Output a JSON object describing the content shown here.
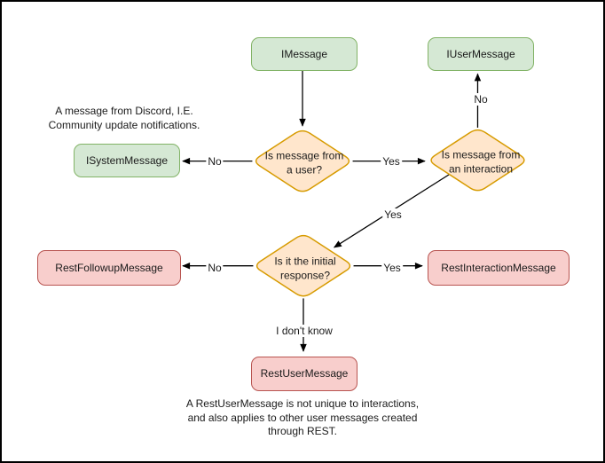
{
  "diagram": {
    "type": "flowchart",
    "colors": {
      "background": "#ffffff",
      "frame_border": "#000000",
      "interface_fill": "#d5e8d4",
      "interface_border": "#82b366",
      "decision_fill": "#ffe6cc",
      "decision_border": "#d79b00",
      "rest_fill": "#f8cecc",
      "rest_border": "#b85450",
      "edge_color": "#000000"
    },
    "nodes": [
      {
        "id": "imessage",
        "kind": "interface",
        "label": "IMessage"
      },
      {
        "id": "iusermessage",
        "kind": "interface",
        "label": "IUserMessage"
      },
      {
        "id": "isystemmessage",
        "kind": "interface",
        "label": "ISystemMessage"
      },
      {
        "id": "q-from-user",
        "kind": "decision",
        "label": "Is message from a user?"
      },
      {
        "id": "q-from-interaction",
        "kind": "decision",
        "label": "Is message from an interaction"
      },
      {
        "id": "q-initial-response",
        "kind": "decision",
        "label": "Is it the initial response?"
      },
      {
        "id": "restfollowup",
        "kind": "rest",
        "label": "RestFollowupMessage"
      },
      {
        "id": "restinteraction",
        "kind": "rest",
        "label": "RestInteractionMessage"
      },
      {
        "id": "restuser",
        "kind": "rest",
        "label": "RestUserMessage"
      }
    ],
    "edges": [
      {
        "from": "IMessage",
        "to": "Is message from a user?",
        "label": ""
      },
      {
        "from": "Is message from a user?",
        "to": "ISystemMessage",
        "label": "No"
      },
      {
        "from": "Is message from a user?",
        "to": "Is message from an interaction",
        "label": "Yes"
      },
      {
        "from": "Is message from an interaction",
        "to": "IUserMessage",
        "label": "No"
      },
      {
        "from": "Is message from an interaction",
        "to": "Is it the initial response?",
        "label": "Yes"
      },
      {
        "from": "Is it the initial response?",
        "to": "RestFollowupMessage",
        "label": "No"
      },
      {
        "from": "Is it the initial response?",
        "to": "RestInteractionMessage",
        "label": "Yes"
      },
      {
        "from": "Is it the initial response?",
        "to": "RestUserMessage",
        "label": "I don't know"
      }
    ],
    "annotations": [
      {
        "text": "A message from Discord, I.E. Community update notifications."
      },
      {
        "text": "A RestUserMessage is not unique to interactions, and also applies to other user messages created through REST."
      }
    ]
  }
}
